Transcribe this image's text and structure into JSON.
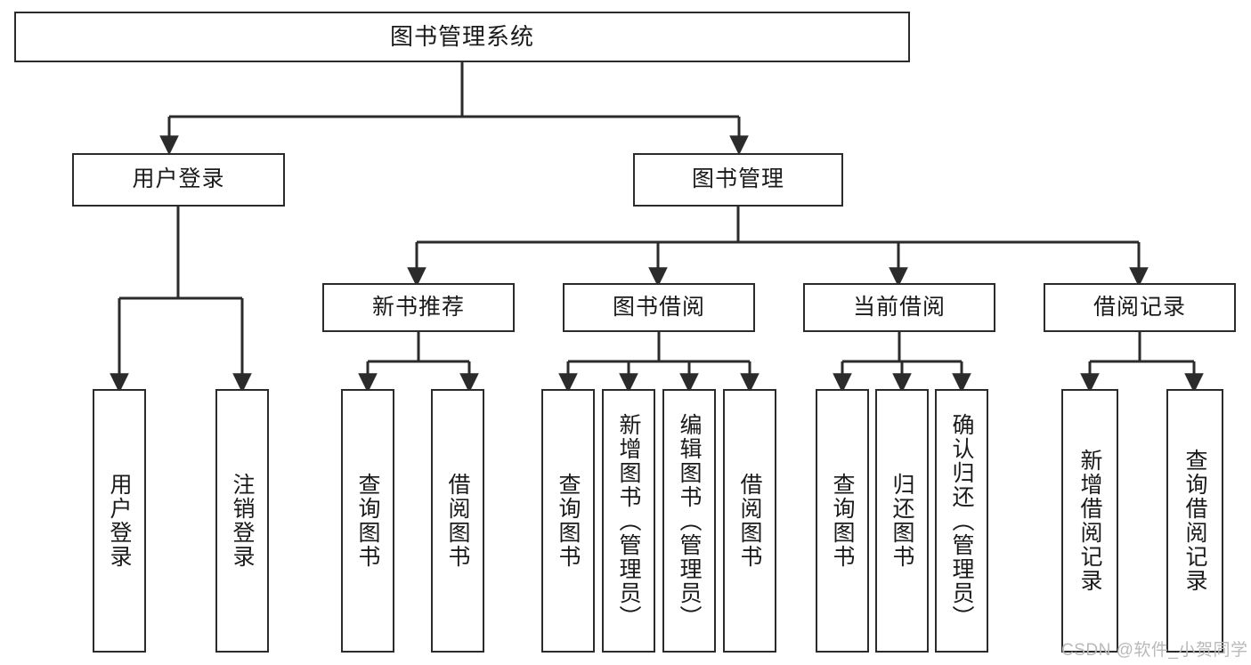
{
  "diagram": {
    "title": "图书管理系统",
    "type": "hierarchy-tree",
    "style": {
      "background": "#ffffff",
      "box_border": "#2b2b2b",
      "box_fill": "#ffffff",
      "text_color": "#1a1a1a",
      "edge_color": "#2b2b2b",
      "watermark_color": "#b9b9b9"
    },
    "root": {
      "label": "图书管理系统"
    },
    "level2": [
      {
        "label": "用户登录"
      },
      {
        "label": "图书管理"
      }
    ],
    "level3": [
      {
        "label": "新书推荐"
      },
      {
        "label": "图书借阅"
      },
      {
        "label": "当前借阅"
      },
      {
        "label": "借阅记录"
      }
    ],
    "leaves": {
      "user_login": [
        {
          "label": "用户登录"
        },
        {
          "label": "注销登录"
        }
      ],
      "new_book_recommend": [
        {
          "label": "查询图书"
        },
        {
          "label": "借阅图书"
        }
      ],
      "book_borrow": [
        {
          "label": "查询图书"
        },
        {
          "label": "新增图书（管理员）"
        },
        {
          "label": "编辑图书（管理员）"
        },
        {
          "label": "借阅图书"
        }
      ],
      "current_borrow": [
        {
          "label": "查询图书"
        },
        {
          "label": "归还图书"
        },
        {
          "label": "确认归还（管理员）"
        }
      ],
      "borrow_record": [
        {
          "label": "新增借阅记录"
        },
        {
          "label": "查询借阅记录"
        }
      ]
    },
    "watermark": "CSDN @软件_小贺同学"
  }
}
